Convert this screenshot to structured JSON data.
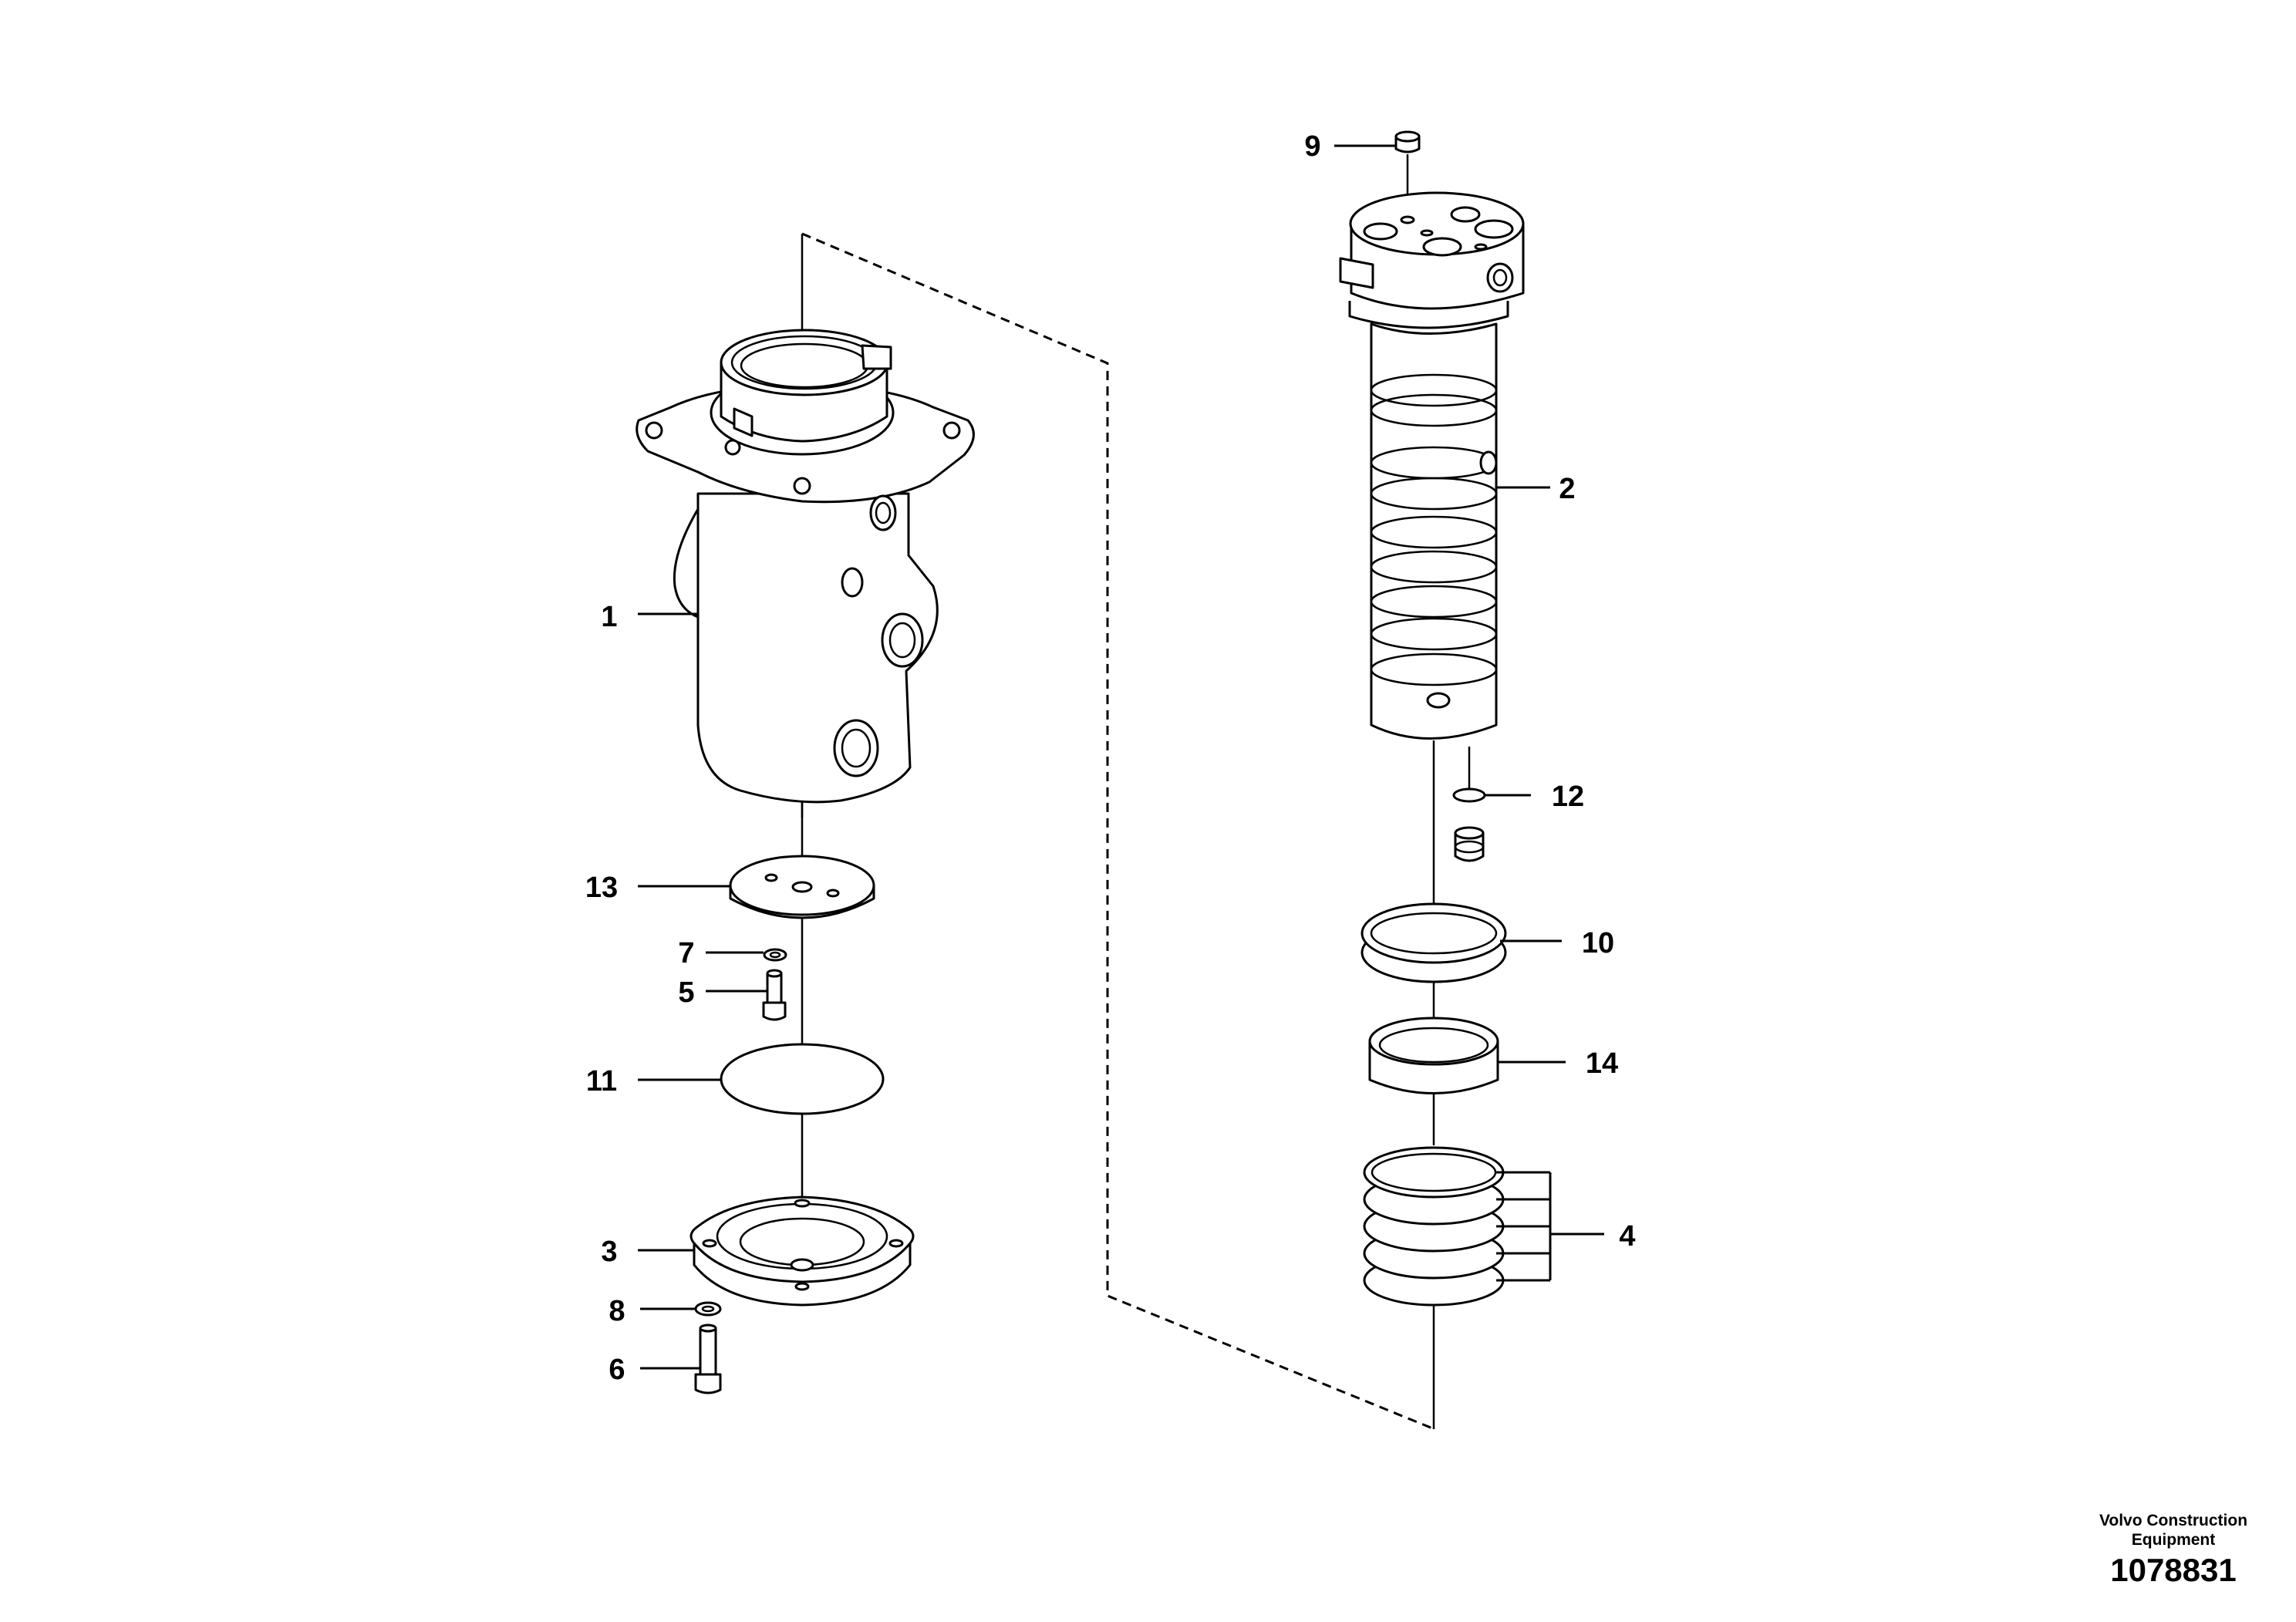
{
  "diagram": {
    "callouts": [
      {
        "id": "1",
        "label": "1"
      },
      {
        "id": "2",
        "label": "2"
      },
      {
        "id": "3",
        "label": "3"
      },
      {
        "id": "4",
        "label": "4"
      },
      {
        "id": "5",
        "label": "5"
      },
      {
        "id": "6",
        "label": "6"
      },
      {
        "id": "7",
        "label": "7"
      },
      {
        "id": "8",
        "label": "8"
      },
      {
        "id": "9",
        "label": "9"
      },
      {
        "id": "10",
        "label": "10"
      },
      {
        "id": "11",
        "label": "11"
      },
      {
        "id": "12",
        "label": "12"
      },
      {
        "id": "13",
        "label": "13"
      },
      {
        "id": "14",
        "label": "14"
      }
    ]
  },
  "footer": {
    "brand_line1": "Volvo Construction",
    "brand_line2": "Equipment",
    "document_number": "1078831"
  }
}
